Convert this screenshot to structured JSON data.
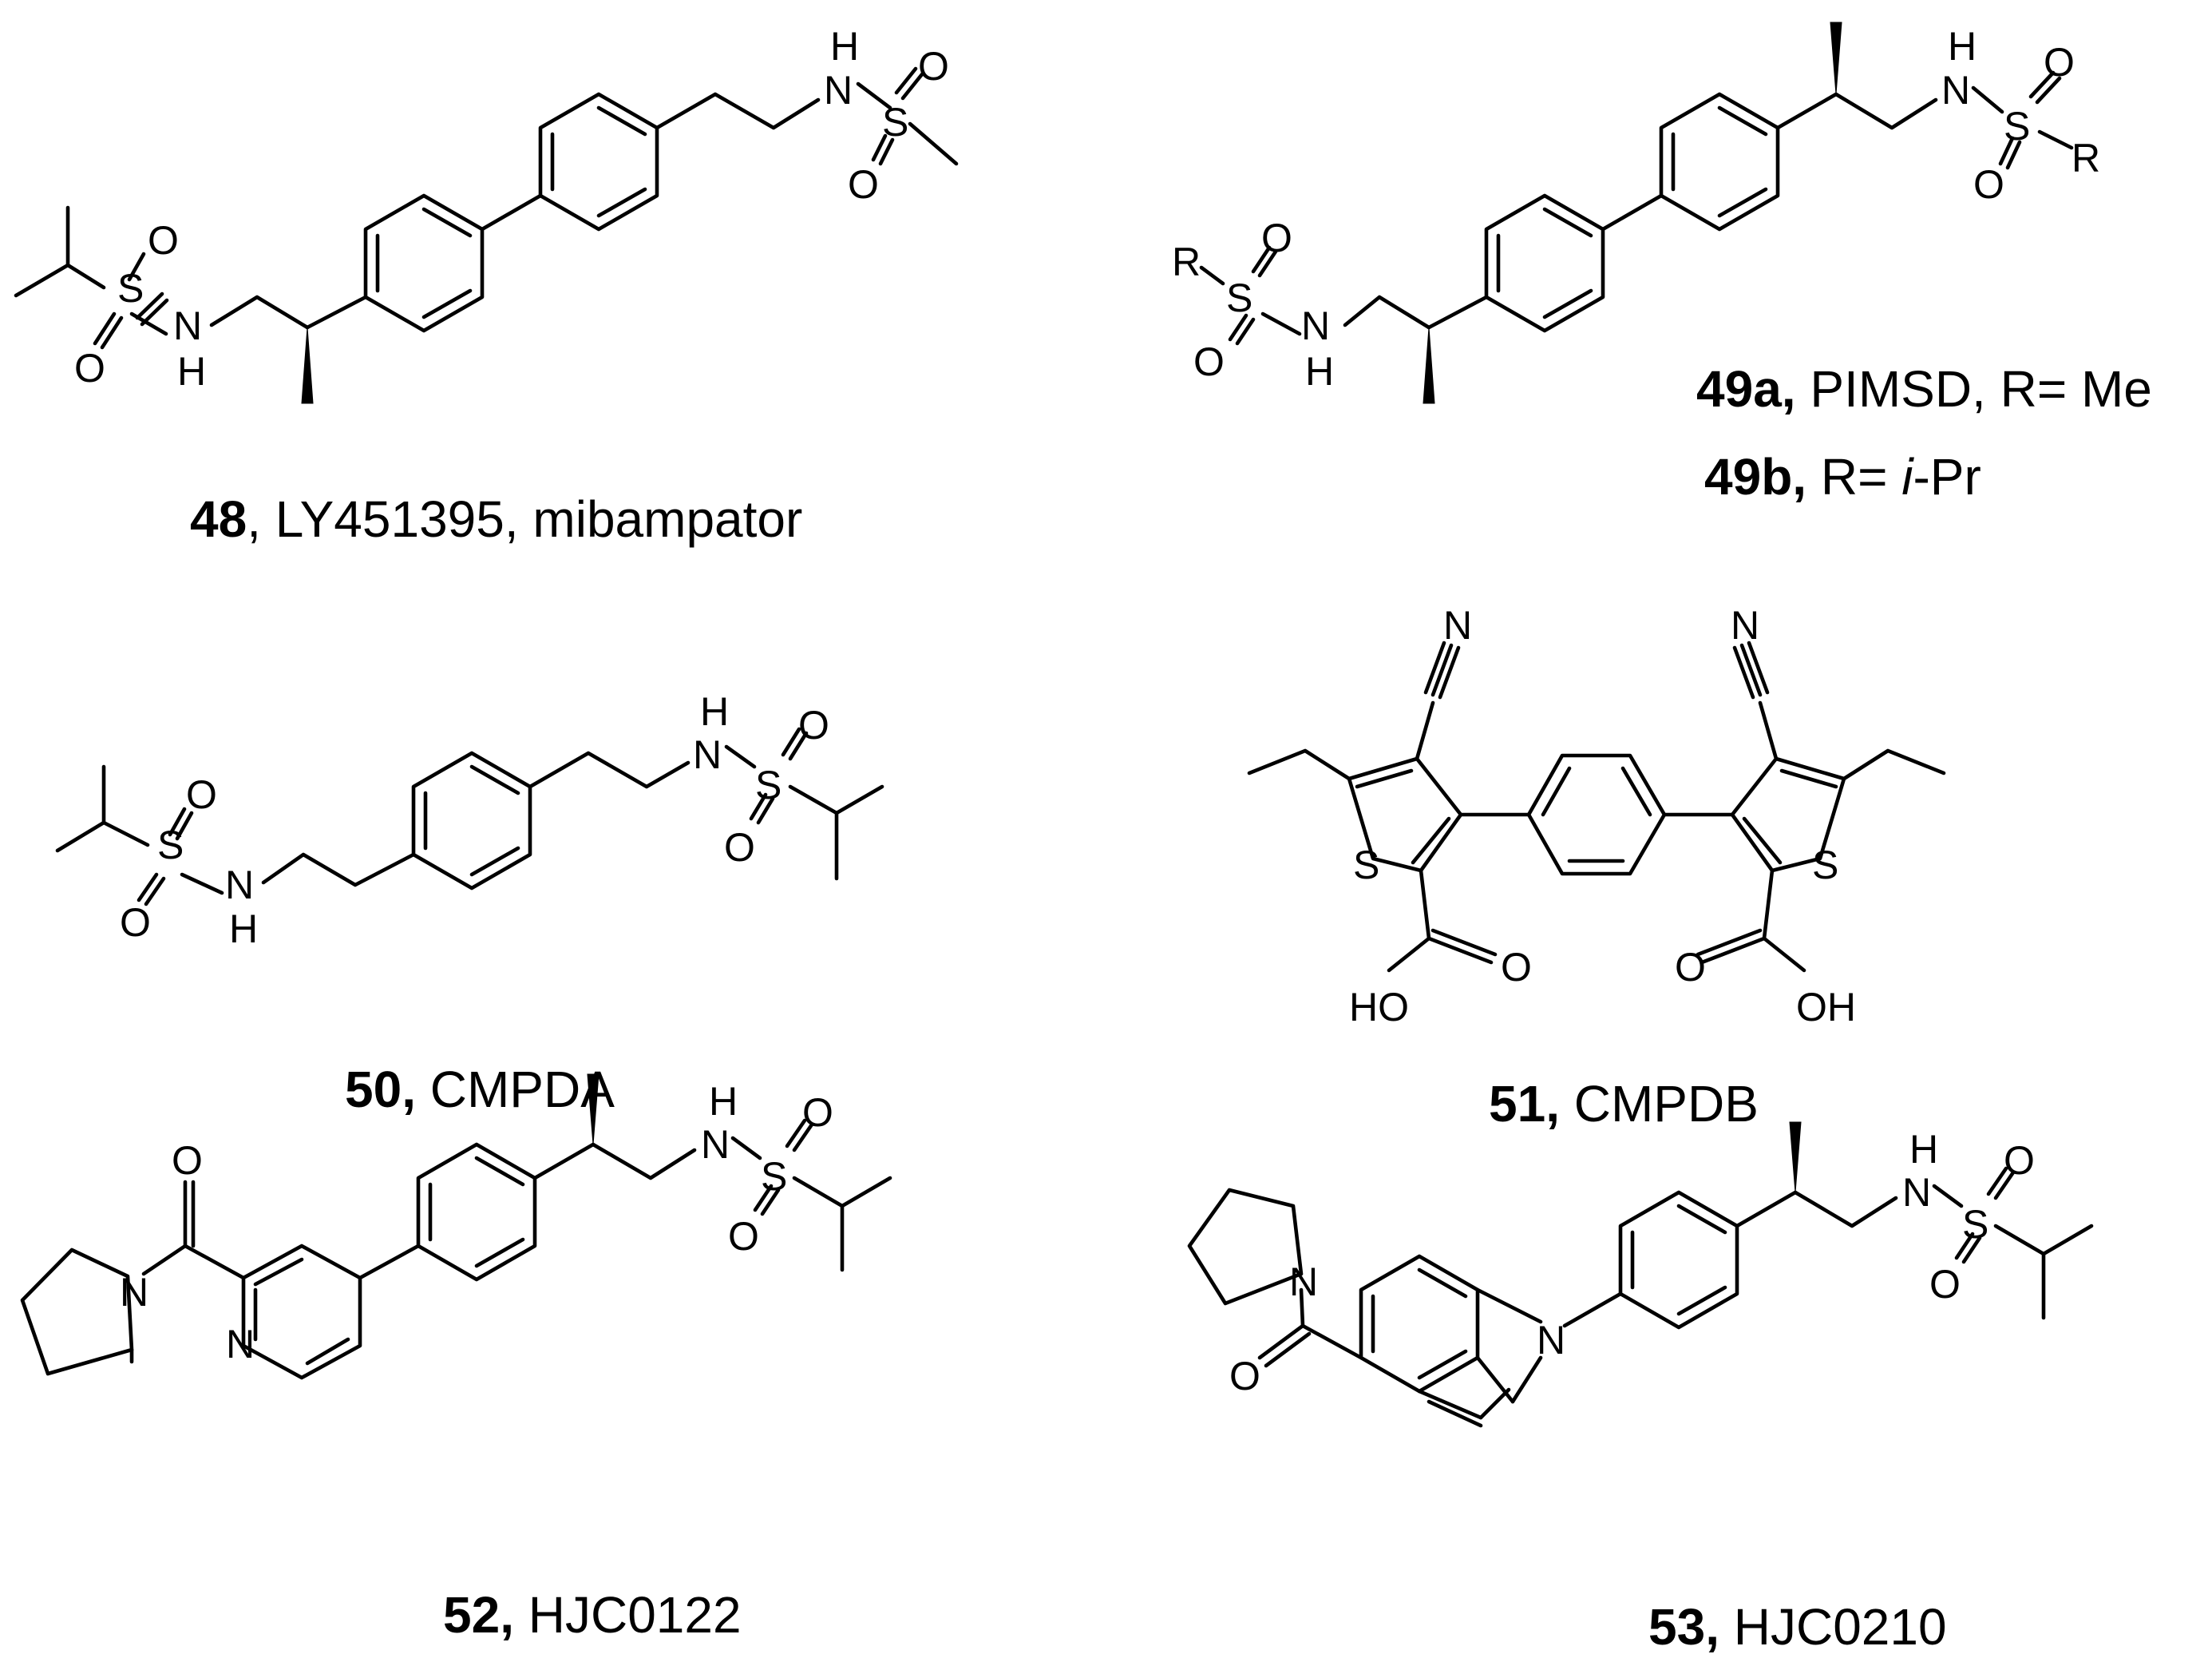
{
  "compounds": [
    {
      "id": "48",
      "number": "48",
      "rest": ", LY451395, mibampator"
    },
    {
      "id": "49a",
      "number": "49a,",
      "rest": " PIMSD, R= Me"
    },
    {
      "id": "49b",
      "number": "49b,",
      "rest": " R= ",
      "italic": "i",
      "rest2": "-Pr"
    },
    {
      "id": "50",
      "number": "50,",
      "rest": " CMPDA"
    },
    {
      "id": "51",
      "number": "51,",
      "rest": " CMPDB"
    },
    {
      "id": "52",
      "number": "52,",
      "rest": " HJC0122"
    },
    {
      "id": "53",
      "number": "53,",
      "rest": " HJC0210"
    }
  ],
  "atoms": {
    "n": "N",
    "h": "H",
    "s": "S",
    "o": "O",
    "r": "R",
    "ho": "HO",
    "oh": "OH"
  }
}
